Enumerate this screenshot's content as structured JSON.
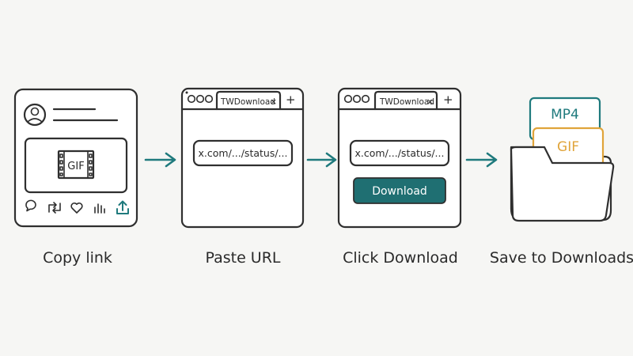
{
  "colors": {
    "accent": "#1f7a7d",
    "button": "#1f6f72",
    "gif": "#e0a43a",
    "ink": "#2f2f2f",
    "background": "#f6f6f4"
  },
  "steps": [
    {
      "label": "Copy link"
    },
    {
      "label": "Paste URL"
    },
    {
      "label": "Click Download"
    },
    {
      "label": "Save to Downloads"
    }
  ],
  "post_card": {
    "media_label": "GIF",
    "actions": [
      "comment-icon",
      "repost-icon",
      "like-icon",
      "stats-icon",
      "share-icon"
    ]
  },
  "browser": {
    "tab_title": "TWDownload",
    "tab_close": "×",
    "new_tab": "+",
    "url": "x.com/.../status/..."
  },
  "download_button": {
    "label": "Download"
  },
  "folder": {
    "files": [
      {
        "label": "MP4",
        "color": "#1f7a7d"
      },
      {
        "label": "GIF",
        "color": "#e0a43a"
      }
    ]
  }
}
